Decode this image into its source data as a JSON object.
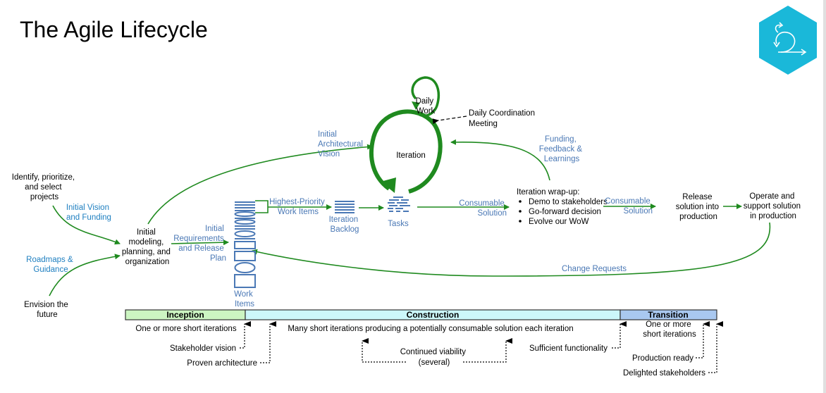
{
  "title": "The Agile Lifecycle",
  "logo": {
    "icon": "agile-loop-icon",
    "color": "#1ab8d9"
  },
  "colors": {
    "arrow_green": "#1f8a1f",
    "label_blue": "#4a78b5",
    "label_cyan": "#1e7fc0",
    "inception_fill": "#ccf5c2",
    "construction_fill": "#ccf7fa",
    "transition_fill": "#a9c8f0"
  },
  "nodes": {
    "identify": [
      "Identify, prioritize,",
      "and select",
      "projects"
    ],
    "envision": [
      "Envision the",
      "future"
    ],
    "initial_modeling": [
      "Initial",
      "modeling,",
      "planning, and",
      "organization"
    ],
    "work_items": [
      "Work",
      "Items"
    ],
    "iteration_backlog": [
      "Iteration",
      "Backlog"
    ],
    "tasks": "Tasks",
    "iteration": "Iteration",
    "daily_work": [
      "Daily",
      "Work"
    ],
    "daily_coordination": [
      "Daily Coordination",
      "Meeting"
    ],
    "wrapup_title": "Iteration wrap-up:",
    "wrapup_items": [
      "Demo to stakeholders",
      "Go-forward decision",
      "Evolve our WoW"
    ],
    "release": [
      "Release",
      "solution into",
      "production"
    ],
    "operate": [
      "Operate and",
      "support solution",
      "in production"
    ]
  },
  "edge_labels": {
    "initial_vision_funding": [
      "Initial Vision",
      "and Funding"
    ],
    "roadmaps_guidance": [
      "Roadmaps &",
      "Guidance"
    ],
    "initial_requirements": [
      "Initial",
      "Requirements",
      "and Release",
      "Plan"
    ],
    "initial_arch_vision": [
      "Initial",
      "Architectural",
      "Vision"
    ],
    "highest_priority": [
      "Highest-Priority",
      "Work Items"
    ],
    "consumable_solution_1": [
      "Consumable",
      "Solution"
    ],
    "consumable_solution_2": [
      "Consumable",
      "Solution"
    ],
    "funding_feedback": [
      "Funding,",
      "Feedback &",
      "Learnings"
    ],
    "change_requests": "Change Requests"
  },
  "phases": [
    {
      "name": "Inception",
      "description": "One or more short iterations"
    },
    {
      "name": "Construction",
      "description": "Many short iterations producing a potentially consumable solution each iteration"
    },
    {
      "name": "Transition",
      "description": [
        "One or more",
        "short iterations"
      ]
    }
  ],
  "milestones": {
    "stakeholder_vision": "Stakeholder vision",
    "proven_architecture": "Proven architecture",
    "continued_viability": [
      "Continued viability",
      "(several)"
    ],
    "sufficient_functionality": "Sufficient functionality",
    "production_ready": "Production ready",
    "delighted_stakeholders": "Delighted stakeholders"
  }
}
